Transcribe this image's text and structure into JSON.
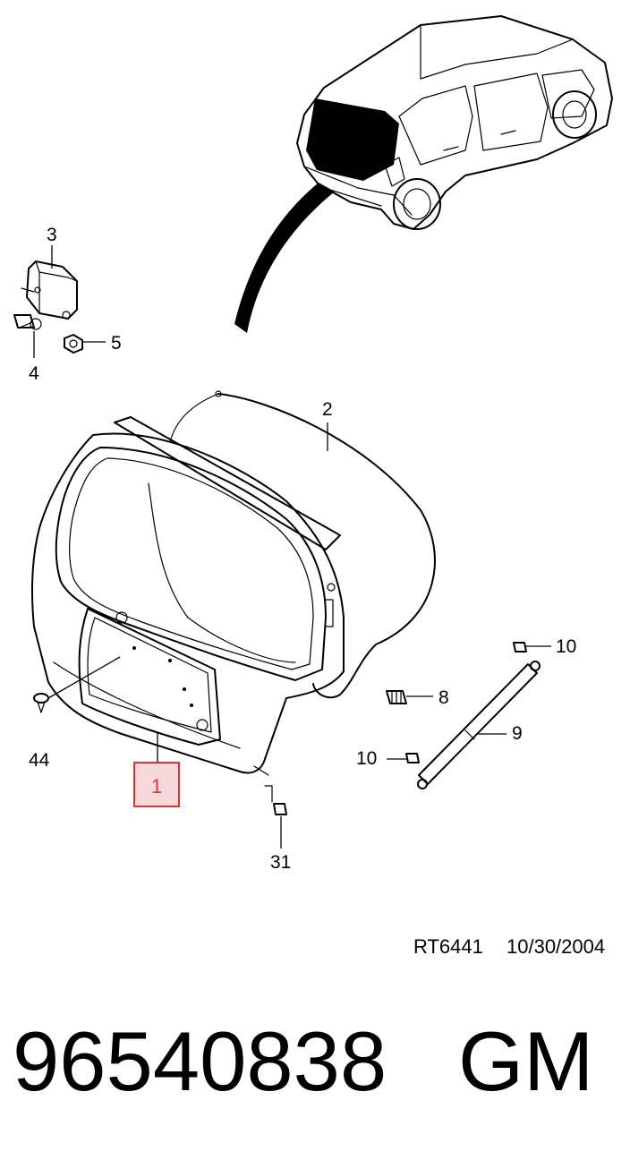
{
  "callouts": {
    "c1": "1",
    "c2": "2",
    "c3": "3",
    "c4": "4",
    "c5": "5",
    "c8": "8",
    "c9": "9",
    "c10a": "10",
    "c10b": "10",
    "c31": "31",
    "c44": "44"
  },
  "highlight": {
    "part": "1",
    "box_stroke": "#e0303a",
    "box_fill": "#f9d8dc"
  },
  "footer": {
    "reference": "RT6441",
    "date": "10/30/2004",
    "part_number": "96540838",
    "brand": "GM"
  }
}
